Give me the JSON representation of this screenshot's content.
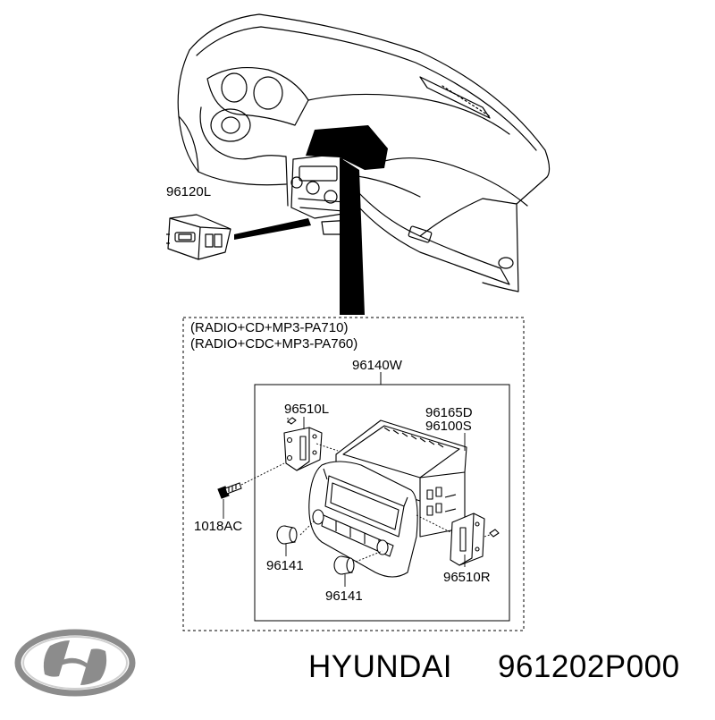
{
  "diagram": {
    "labels": {
      "switch": "96120L",
      "variant_1": "(RADIO+CD+MP3-PA710)",
      "variant_2": "(RADIO+CDC+MP3-PA760)",
      "audio_unit": "96140W",
      "bracket_left": "96510L",
      "part_upper_1": "96165D",
      "part_upper_2": "96100S",
      "screw": "1018AC",
      "knob_left": "96141",
      "knob_right": "96141",
      "bracket_right": "96510R"
    }
  },
  "footer": {
    "brand": "HYUNDAI",
    "part_number": "961202P000",
    "logo_icon": "hyundai-logo-icon",
    "logo_color": "#8c8c8c"
  }
}
